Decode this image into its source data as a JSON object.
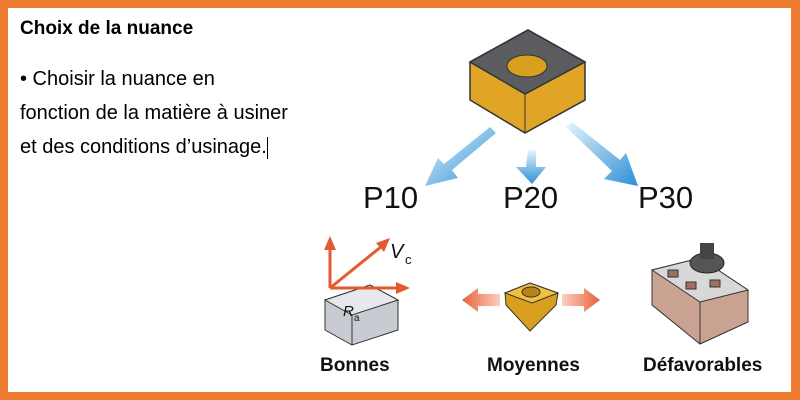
{
  "title": "Choix de la nuance",
  "bullet_text": "• Choisir la nuance en fonction de la matière à usiner et des conditions d’usinage.",
  "grades": [
    "P10",
    "P20",
    "P30"
  ],
  "conditions": [
    "Bonnes",
    "Moyennes",
    "Défavorables"
  ],
  "labels": {
    "vc": "V",
    "vc_sub": "c",
    "ra": "R",
    "ra_sub": "a"
  },
  "colors": {
    "border": "#ed7d31",
    "arrow_blue": "#3a9ad9",
    "insert_gold": "#e8b030",
    "arrow_orange": "#e8613a"
  }
}
